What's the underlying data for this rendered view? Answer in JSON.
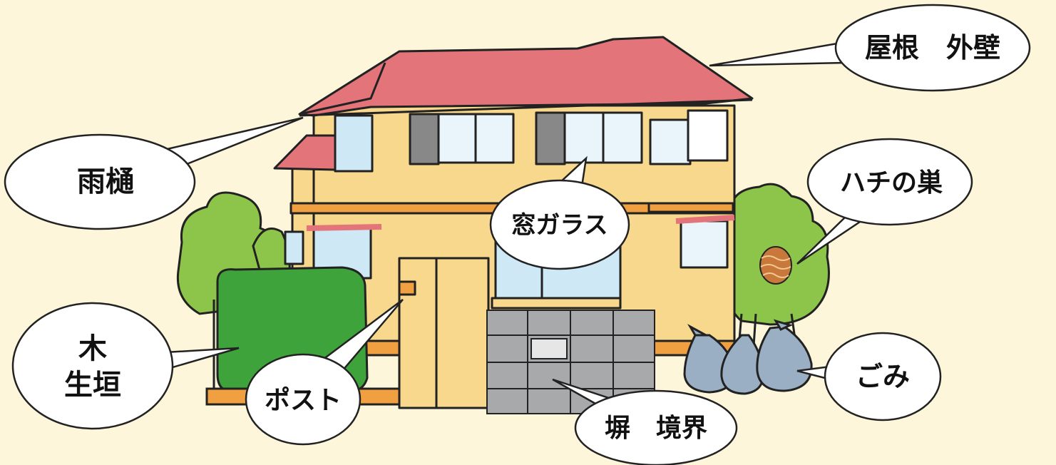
{
  "labels": {
    "roof_wall": "屋根　外壁",
    "gutter": "雨樋",
    "window_glass": "窓ガラス",
    "bee_nest": "ハチの巣",
    "tree_line1": "木",
    "tree_line2": "生垣",
    "post": "ポスト",
    "fence": "塀　境界",
    "garbage": "ごみ"
  },
  "colors": {
    "background": "#fdf6da",
    "roof": "#e2747a",
    "wall": "#f8d88c",
    "trim": "#f0a040",
    "tree": "#8dc54a",
    "hedge": "#3ea33a",
    "garbage": "#9aaec4",
    "fence": "#a7a9ab",
    "nest": "#c8783a"
  }
}
